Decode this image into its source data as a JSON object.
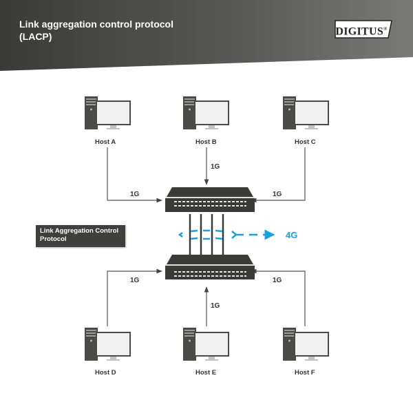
{
  "header": {
    "title_line1": "Link aggregation control protocol",
    "title_line2": "(LACP)",
    "logo": "DIGITUS",
    "logo_mark": "®"
  },
  "hosts_top": [
    {
      "label": "Host A",
      "link_speed": "1G"
    },
    {
      "label": "Host B",
      "link_speed": "1G"
    },
    {
      "label": "Host C",
      "link_speed": "1G"
    }
  ],
  "hosts_bottom": [
    {
      "label": "Host D",
      "link_speed": "1G"
    },
    {
      "label": "Host E",
      "link_speed": "1G"
    },
    {
      "label": "Host F",
      "link_speed": "1G"
    }
  ],
  "aggregation": {
    "label": "Link Aggregation Control Protocol",
    "label_line1": "Link Aggregation Control",
    "label_line2": "Protocol",
    "link_count": 4,
    "aggregate_speed": "4G"
  },
  "colors": {
    "accent_blue": "#1a9fe0",
    "switch_dark": "#3a3a38",
    "line_gray": "#555555",
    "header_dark": "#3c3c3a"
  }
}
